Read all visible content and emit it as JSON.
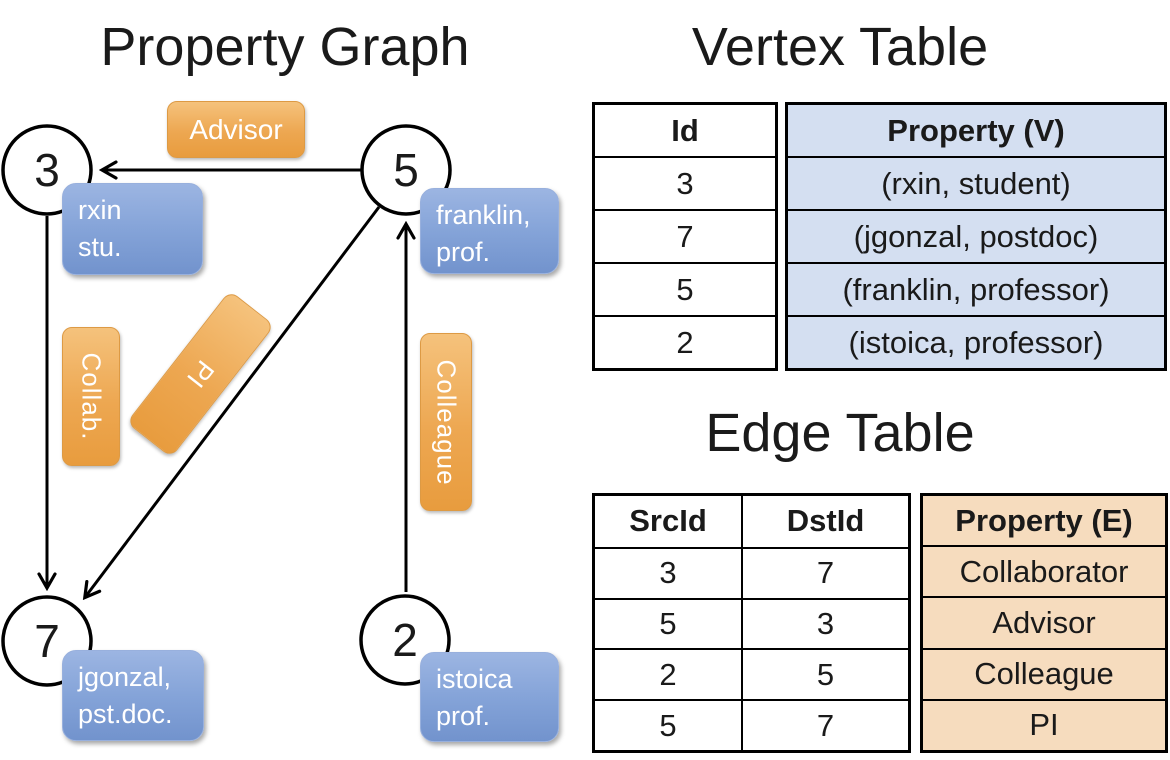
{
  "graph": {
    "title": "Property Graph",
    "vertices": [
      {
        "id": "3",
        "label": [
          "rxin",
          "stu."
        ]
      },
      {
        "id": "5",
        "label": [
          "franklin,",
          "prof."
        ]
      },
      {
        "id": "7",
        "label": [
          "jgonzal,",
          "pst.doc."
        ]
      },
      {
        "id": "2",
        "label": [
          "istoica",
          "prof."
        ]
      }
    ],
    "edge_labels": [
      "Advisor",
      "Collab.",
      "PI",
      "Colleague"
    ]
  },
  "vertex_table": {
    "title": "Vertex Table",
    "columns": [
      "Id",
      "Property (V)"
    ],
    "rows": [
      [
        "3",
        "(rxin, student)"
      ],
      [
        "7",
        "(jgonzal, postdoc)"
      ],
      [
        "5",
        "(franklin, professor)"
      ],
      [
        "2",
        "(istoica, professor)"
      ]
    ]
  },
  "edge_table": {
    "title": "Edge Table",
    "columns": [
      "SrcId",
      "DstId",
      "Property (E)"
    ],
    "rows": [
      [
        "3",
        "7",
        "Collaborator"
      ],
      [
        "5",
        "3",
        "Advisor"
      ],
      [
        "2",
        "5",
        "Colleague"
      ],
      [
        "5",
        "7",
        "PI"
      ]
    ]
  },
  "colors": {
    "edge-fill": "#EDA751",
    "edge-fill-light": "#F5C27C",
    "edge-fill-dark": "#E89C3E",
    "vertex-fill": "#84A3D8",
    "vertex-fill-light": "#9CB5E2",
    "vertex-fill-dark": "#7293CD",
    "vtable-fill": "#D4DFF1",
    "etable-fill": "#F6DCBE",
    "line": "#000000",
    "text-dark": "#1A1A1A",
    "text-light": "#FFFFFF"
  }
}
